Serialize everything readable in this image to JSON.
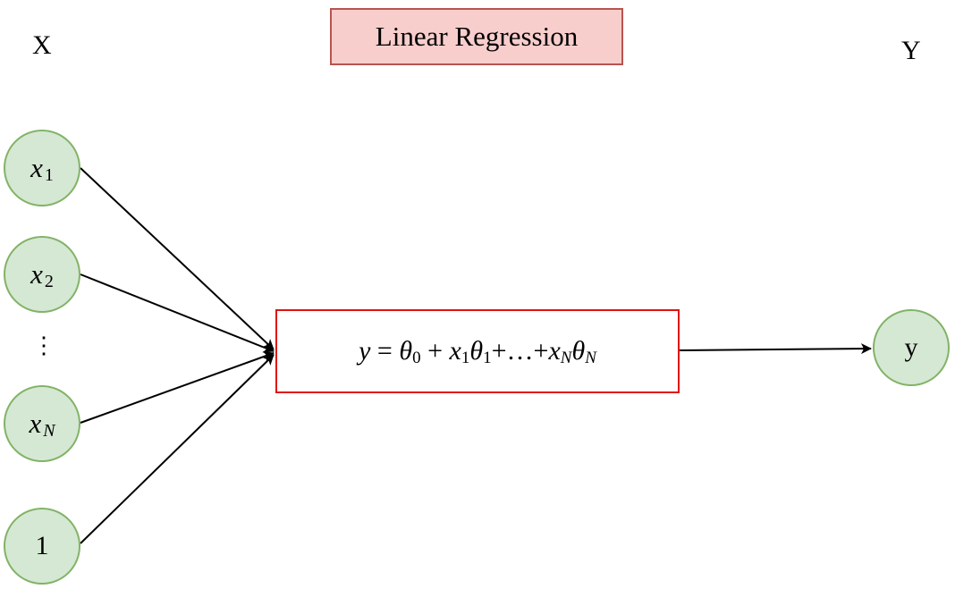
{
  "header": {
    "input_label": "X",
    "output_label": "Y",
    "title": "Linear Regression"
  },
  "inputs": [
    {
      "var": "x",
      "sub": "1"
    },
    {
      "var": "x",
      "sub": "2"
    },
    {
      "var": "x",
      "sub": "N"
    },
    {
      "text": "1"
    }
  ],
  "ellipsis": "⋮",
  "equation": {
    "y": "y",
    "eq": " = ",
    "theta": "θ",
    "x": "x",
    "sub0": "0",
    "sub1": "1",
    "subN": "N",
    "plus": " + ",
    "plus_tight": "+",
    "dots": "…"
  },
  "output": {
    "text": "y"
  },
  "colors": {
    "node_fill": "#d5e8d4",
    "node_stroke": "#82b366",
    "title_fill": "#f8cecc",
    "title_stroke": "#b85450",
    "equation_stroke": "#e0120f",
    "arrow": "#000000"
  }
}
